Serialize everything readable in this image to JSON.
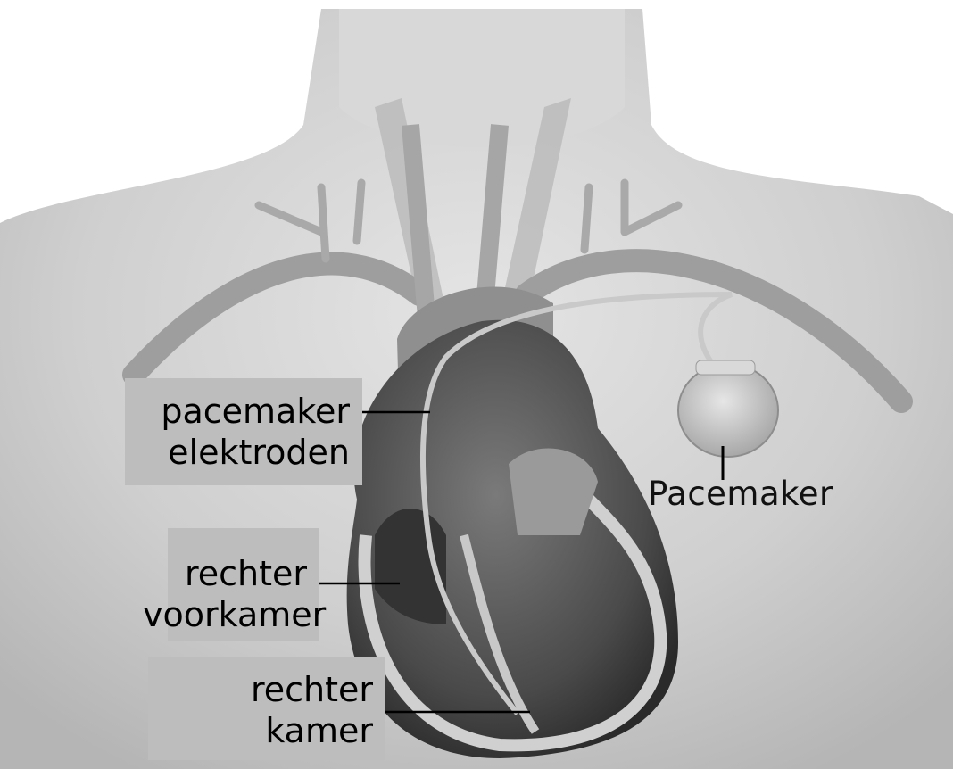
{
  "labels": {
    "electrodes": {
      "line1": "pacemaker",
      "line2": "elektroden"
    },
    "right_atrium": {
      "line1": "rechter",
      "line2": "voorkamer"
    },
    "right_ventricle": {
      "line1": "rechter",
      "line2": "kamer"
    },
    "pacemaker": "Pacemaker"
  },
  "colors": {
    "label_box": "#bdbdbd",
    "background": "#ffffff"
  }
}
